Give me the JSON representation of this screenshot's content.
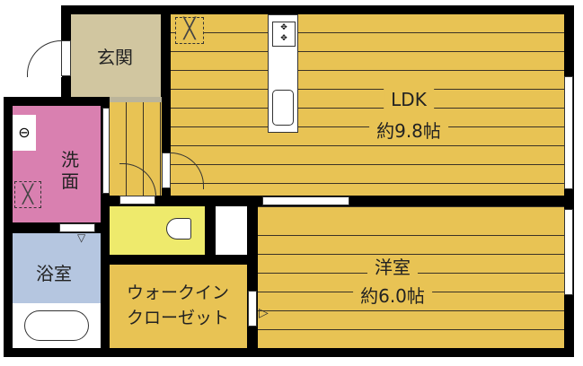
{
  "rooms": {
    "entrance": "玄関",
    "ldk_name": "LDK",
    "ldk_size": "約9.8帖",
    "washroom": "洗面",
    "bathroom": "浴室",
    "walkin_line1": "ウォークイン",
    "walkin_line2": "クローゼット",
    "western_name": "洋室",
    "western_size": "約6.0帖"
  },
  "colors": {
    "floor": "#e8c354",
    "entrance": "#d1c6a0",
    "washroom": "#d980b0",
    "bathroom": "#b5c6e0",
    "toilet": "#eeea6c",
    "wall": "#000000"
  }
}
